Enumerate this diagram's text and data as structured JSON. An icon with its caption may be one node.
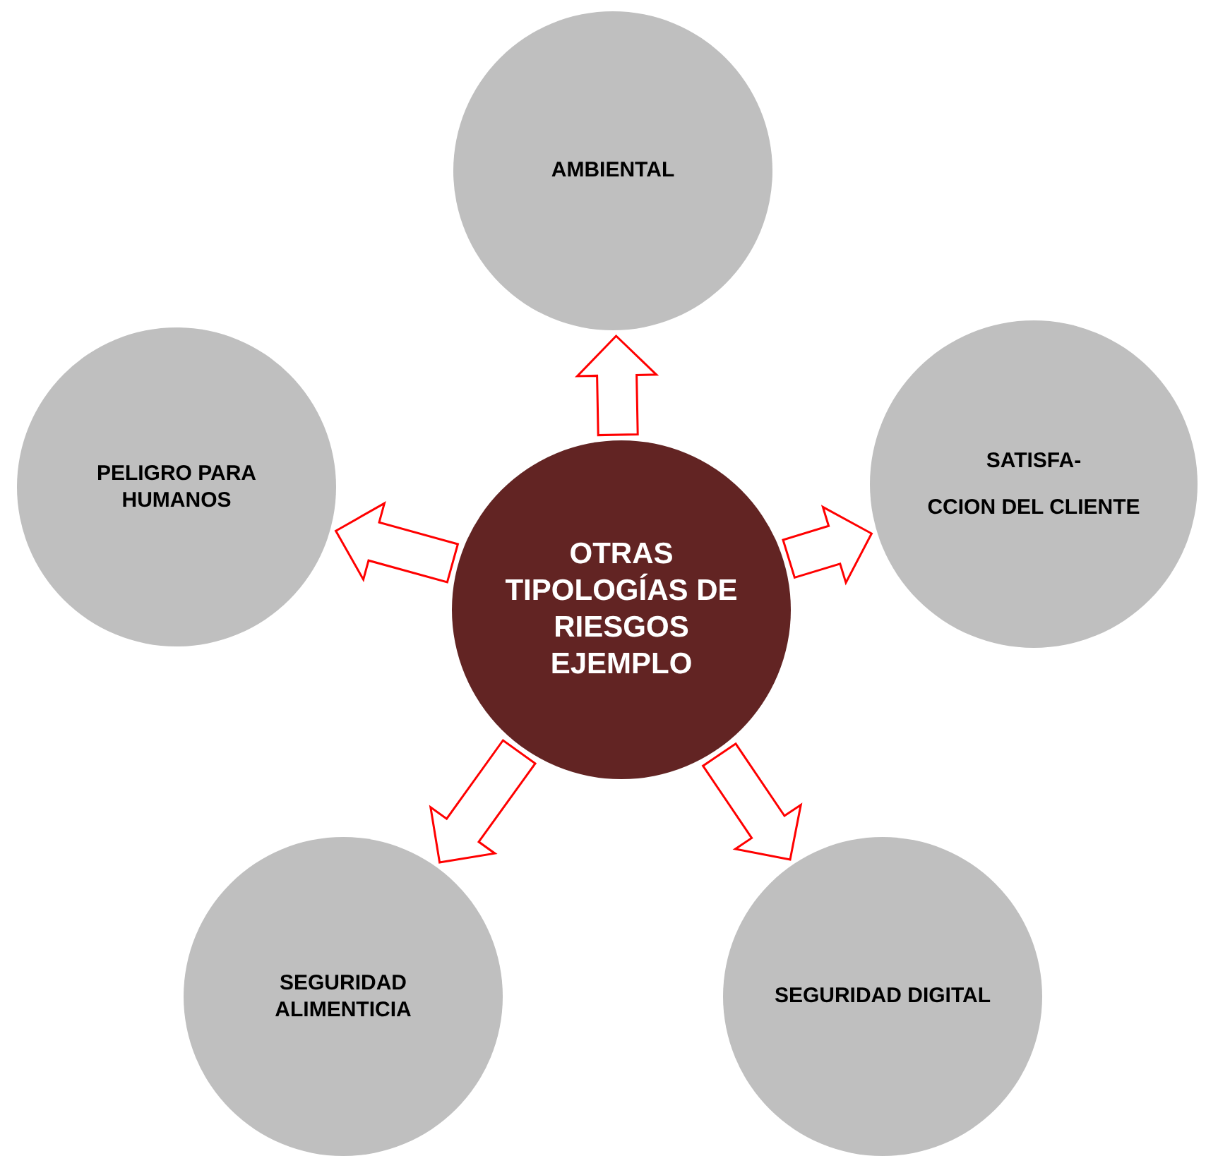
{
  "diagram": {
    "nodes": [
      {
        "text": [
          "OTRAS TIPOLOGÍAS DE RIESGOS EJEMPLO"
        ]
      },
      {
        "text": [
          "AMBIENTAL"
        ]
      },
      {
        "text": [
          "SATISFA-",
          "CCION DEL CLIENTE"
        ]
      },
      {
        "text": [
          "SEGURIDAD DIGITAL"
        ]
      },
      {
        "text": [
          "SEGURIDAD ALIMENTICIA"
        ]
      },
      {
        "text": [
          "PELIGRO PARA HUMANOS"
        ]
      }
    ],
    "edges": [
      {
        "from": 0,
        "to": 1,
        "arrow": "to"
      },
      {
        "from": 0,
        "to": 2,
        "arrow": "to"
      },
      {
        "from": 0,
        "to": 3,
        "arrow": "to"
      },
      {
        "from": 0,
        "to": 4,
        "arrow": "to"
      },
      {
        "from": 0,
        "to": 5,
        "arrow": "to"
      }
    ]
  }
}
